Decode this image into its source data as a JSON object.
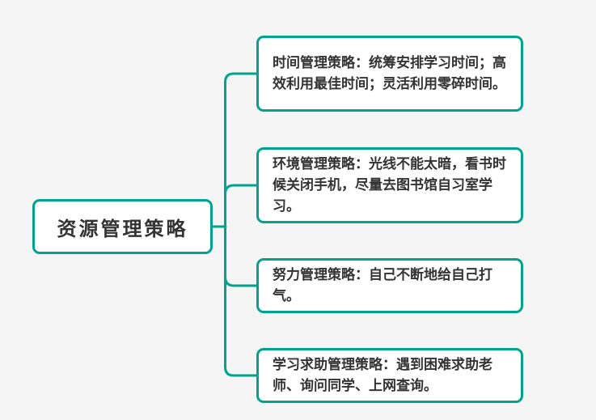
{
  "colors": {
    "canvas_bg": "#f5f5f6",
    "accent": "#00a48d",
    "node_fill": "#ffffff",
    "text": "#333333"
  },
  "mindmap": {
    "root": {
      "label": "资源管理策略"
    },
    "branches": [
      {
        "label": "时间管理策略：统筹安排学习时间；高效利用最佳时间；灵活利用零碎时间。"
      },
      {
        "label": "环境管理策略：光线不能太暗，看书时候关闭手机，尽量去图书馆自习室学习。"
      },
      {
        "label": "努力管理策略：自己不断地给自己打气。"
      },
      {
        "label": "学习求助管理策略：遇到困难求助老师、询问同学、上网查询。"
      }
    ]
  }
}
